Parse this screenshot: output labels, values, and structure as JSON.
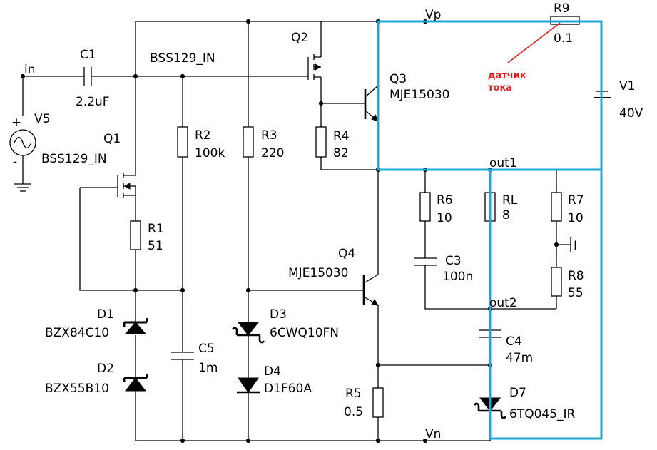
{
  "colors": {
    "highlight": "#1fa7d8",
    "annotation": "#e02020",
    "wire": "#000000"
  },
  "nodes": {
    "vp": "Vp",
    "vn": "Vn",
    "out1": "out1",
    "out2": "out2",
    "input": "in",
    "gate_net": "BSS129_IN",
    "probe": "I"
  },
  "components": {
    "c1": {
      "ref": "C1",
      "value": "2.2uF"
    },
    "v5": {
      "ref": "V5",
      "plus": "+",
      "minus": "-"
    },
    "q1": {
      "ref": "Q1",
      "model": "BSS129_IN"
    },
    "r1": {
      "ref": "R1",
      "value": "51"
    },
    "d1": {
      "ref": "D1",
      "model": "BZX84C10"
    },
    "d2": {
      "ref": "D2",
      "model": "BZX55B10"
    },
    "r2": {
      "ref": "R2",
      "value": "100k"
    },
    "c5": {
      "ref": "C5",
      "value": "1m"
    },
    "r3": {
      "ref": "R3",
      "value": "220"
    },
    "d3": {
      "ref": "D3",
      "model": "6CWQ10FN"
    },
    "d4": {
      "ref": "D4",
      "model": "D1F60A"
    },
    "q2": {
      "ref": "Q2"
    },
    "r4": {
      "ref": "R4",
      "value": "82"
    },
    "q3": {
      "ref": "Q3",
      "model": "MJE15030"
    },
    "q4": {
      "ref": "Q4",
      "model": "MJE15030"
    },
    "r5": {
      "ref": "R5",
      "value": "0.5"
    },
    "r6": {
      "ref": "R6",
      "value": "10"
    },
    "c3": {
      "ref": "C3",
      "value": "100n"
    },
    "rl": {
      "ref": "RL",
      "value": "8"
    },
    "r7": {
      "ref": "R7",
      "value": "10"
    },
    "r8": {
      "ref": "R8",
      "value": "55"
    },
    "c4": {
      "ref": "C4",
      "value": "47m"
    },
    "d7": {
      "ref": "D7",
      "model": "6TQ045_IR"
    },
    "r9": {
      "ref": "R9",
      "value": "0.1"
    },
    "v1": {
      "ref": "V1",
      "value": "40V"
    }
  },
  "annotation": {
    "line1": "датчик",
    "line2": "тока"
  }
}
